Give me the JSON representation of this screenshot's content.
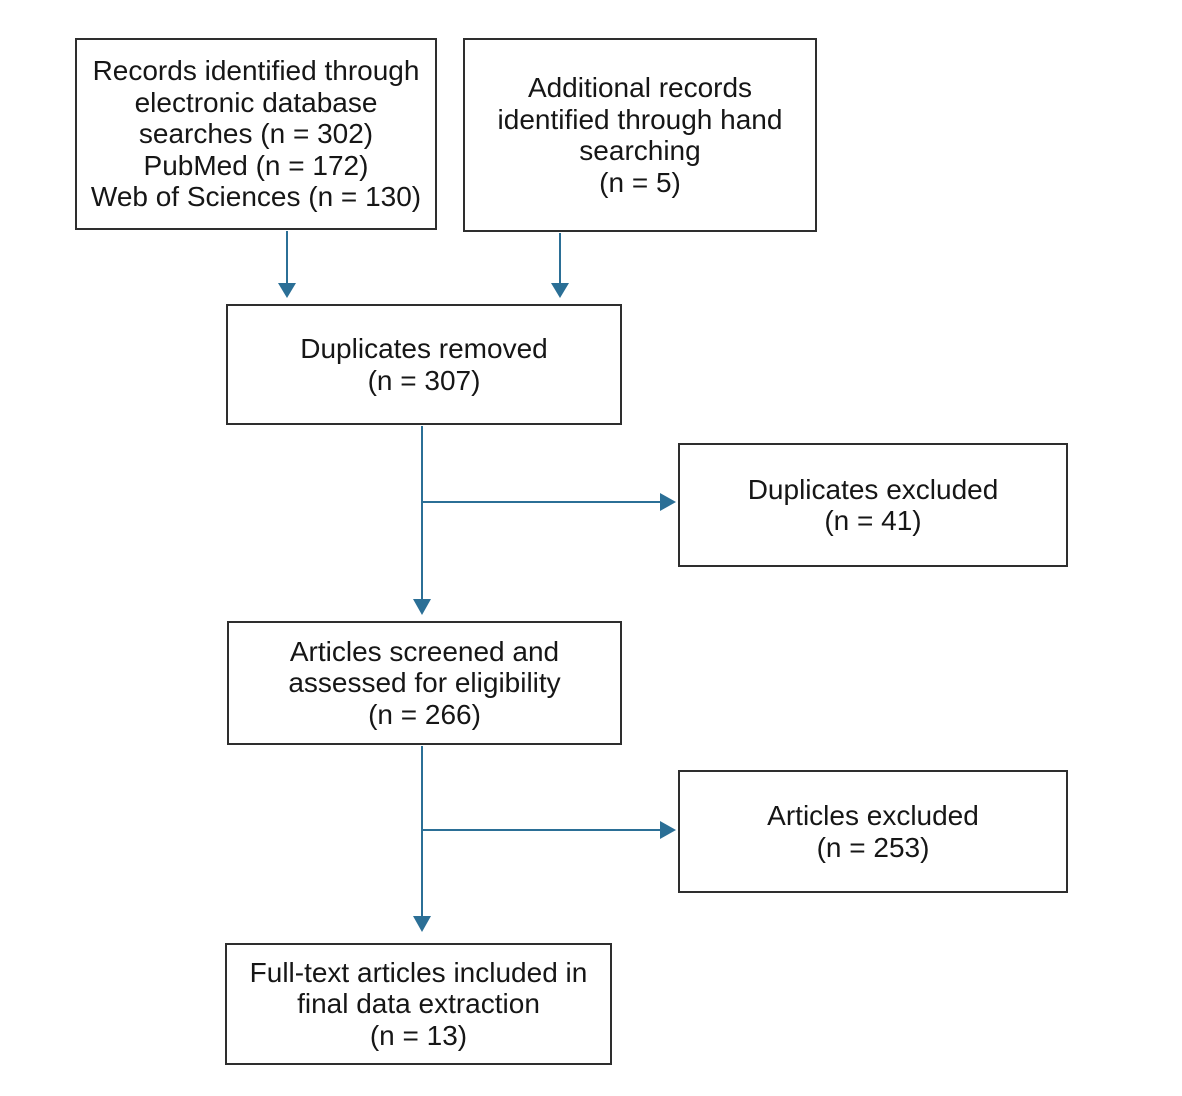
{
  "flowchart": {
    "arrow_color": "#2b6f96",
    "boxes": [
      {
        "name": "records-identified",
        "text": "Records identified through\nelectronic database\nsearches (n = 302)\nPubMed (n = 172)\nWeb of Sciences (n = 130)"
      },
      {
        "name": "additional-records",
        "text": "Additional records\nidentified through hand\nsearching\n(n = 5)"
      },
      {
        "name": "duplicates-removed",
        "text": "Duplicates removed\n(n = 307)"
      },
      {
        "name": "duplicates-excluded",
        "text": "Duplicates excluded\n(n = 41)"
      },
      {
        "name": "articles-screened",
        "text": "Articles screened and\nassessed for eligibility\n(n = 266)"
      },
      {
        "name": "articles-excluded",
        "text": "Articles excluded\n(n = 253)"
      },
      {
        "name": "full-text-included",
        "text": "Full-text articles included in\nfinal data extraction\n(n = 13)"
      }
    ]
  }
}
